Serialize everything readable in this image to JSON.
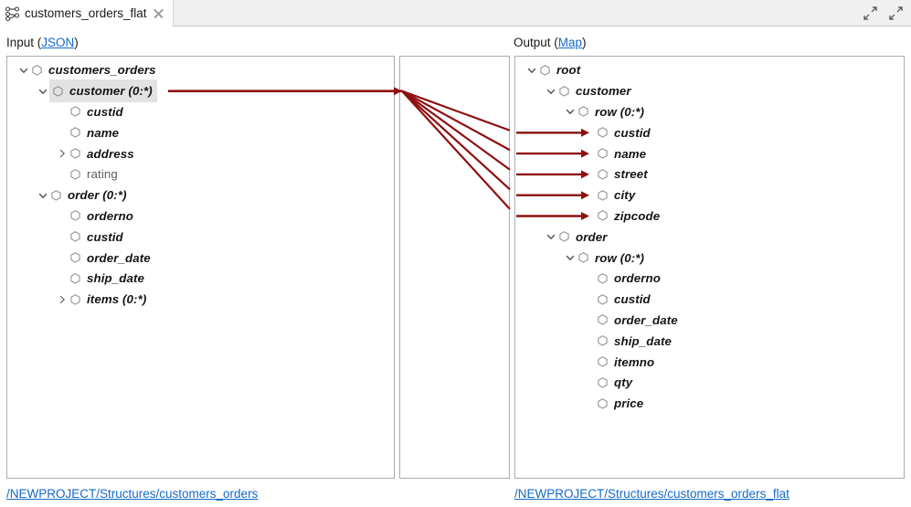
{
  "window": {
    "tab": {
      "icon": "mapping-graph-icon",
      "label": "customers_orders_flat",
      "close_icon": "close-icon"
    },
    "controls": [
      {
        "icon": "restore-collapse-icon"
      },
      {
        "icon": "maximize-expand-icon"
      }
    ]
  },
  "headers": {
    "input": {
      "text": "Input (",
      "link": "JSON",
      "close": ")"
    },
    "output": {
      "text": "Output (",
      "link": "Map",
      "close": ")"
    }
  },
  "input_tree": [
    {
      "label": "customers_orders",
      "indent": 0,
      "expander": "expanded",
      "hex": true,
      "style": "bold",
      "selected": false
    },
    {
      "label": "customer (0:*)",
      "indent": 1,
      "expander": "expanded",
      "hex": true,
      "style": "bold",
      "selected": true
    },
    {
      "label": "custid",
      "indent": 2,
      "expander": "none",
      "hex": true,
      "style": "bold",
      "selected": false
    },
    {
      "label": "name",
      "indent": 2,
      "expander": "none",
      "hex": true,
      "style": "bold",
      "selected": false
    },
    {
      "label": "address",
      "indent": 2,
      "expander": "collapsed",
      "hex": true,
      "style": "bold",
      "selected": false
    },
    {
      "label": "rating",
      "indent": 2,
      "expander": "none",
      "hex": true,
      "style": "plain",
      "selected": false
    },
    {
      "label": "order (0:*)",
      "indent": 1,
      "expander": "expanded",
      "hex": true,
      "style": "bold",
      "selected": false
    },
    {
      "label": "orderno",
      "indent": 2,
      "expander": "none",
      "hex": true,
      "style": "bold",
      "selected": false
    },
    {
      "label": "custid",
      "indent": 2,
      "expander": "none",
      "hex": true,
      "style": "bold",
      "selected": false
    },
    {
      "label": "order_date",
      "indent": 2,
      "expander": "none",
      "hex": true,
      "style": "bold",
      "selected": false
    },
    {
      "label": "ship_date",
      "indent": 2,
      "expander": "none",
      "hex": true,
      "style": "bold",
      "selected": false
    },
    {
      "label": "items (0:*)",
      "indent": 2,
      "expander": "collapsed",
      "hex": true,
      "style": "bold",
      "selected": false
    }
  ],
  "output_tree": [
    {
      "label": "root",
      "indent": 0,
      "expander": "expanded",
      "hex": true,
      "style": "bold",
      "target": false
    },
    {
      "label": "customer",
      "indent": 1,
      "expander": "expanded",
      "hex": true,
      "style": "bold",
      "target": false
    },
    {
      "label": "row (0:*)",
      "indent": 2,
      "expander": "expanded",
      "hex": true,
      "style": "bold",
      "target": false
    },
    {
      "label": "custid",
      "indent": 3,
      "expander": "none",
      "hex": true,
      "style": "bold",
      "target": true
    },
    {
      "label": "name",
      "indent": 3,
      "expander": "none",
      "hex": true,
      "style": "bold",
      "target": true
    },
    {
      "label": "street",
      "indent": 3,
      "expander": "none",
      "hex": true,
      "style": "bold",
      "target": true
    },
    {
      "label": "city",
      "indent": 3,
      "expander": "none",
      "hex": true,
      "style": "bold",
      "target": true
    },
    {
      "label": "zipcode",
      "indent": 3,
      "expander": "none",
      "hex": true,
      "style": "bold",
      "target": true
    },
    {
      "label": "order",
      "indent": 1,
      "expander": "expanded",
      "hex": true,
      "style": "bold",
      "target": false
    },
    {
      "label": "row (0:*)",
      "indent": 2,
      "expander": "expanded",
      "hex": true,
      "style": "bold",
      "target": false
    },
    {
      "label": "orderno",
      "indent": 3,
      "expander": "none",
      "hex": true,
      "style": "bold",
      "target": false
    },
    {
      "label": "custid",
      "indent": 3,
      "expander": "none",
      "hex": true,
      "style": "bold",
      "target": false
    },
    {
      "label": "order_date",
      "indent": 3,
      "expander": "none",
      "hex": true,
      "style": "bold",
      "target": false
    },
    {
      "label": "ship_date",
      "indent": 3,
      "expander": "none",
      "hex": true,
      "style": "bold",
      "target": false
    },
    {
      "label": "itemno",
      "indent": 3,
      "expander": "none",
      "hex": true,
      "style": "bold",
      "target": false
    },
    {
      "label": "qty",
      "indent": 3,
      "expander": "none",
      "hex": true,
      "style": "bold",
      "target": false
    },
    {
      "label": "price",
      "indent": 3,
      "expander": "none",
      "hex": true,
      "style": "bold",
      "target": false
    }
  ],
  "footer": {
    "left_link": "/NEWPROJECT/Structures/customers_orders",
    "right_link": "/NEWPROJECT/Structures/customers_orders_flat"
  },
  "mapping": {
    "line_color": "#8c1010",
    "source_label": "customer (0:*)",
    "targets": [
      "custid",
      "name",
      "street",
      "city",
      "zipcode"
    ]
  },
  "colors": {
    "link": "#1569c7",
    "panel_border": "#a8acb4",
    "tabbar_bg": "#f0f0f0",
    "selection_bg": "#e2e2e2",
    "wire": "#8c1010"
  }
}
